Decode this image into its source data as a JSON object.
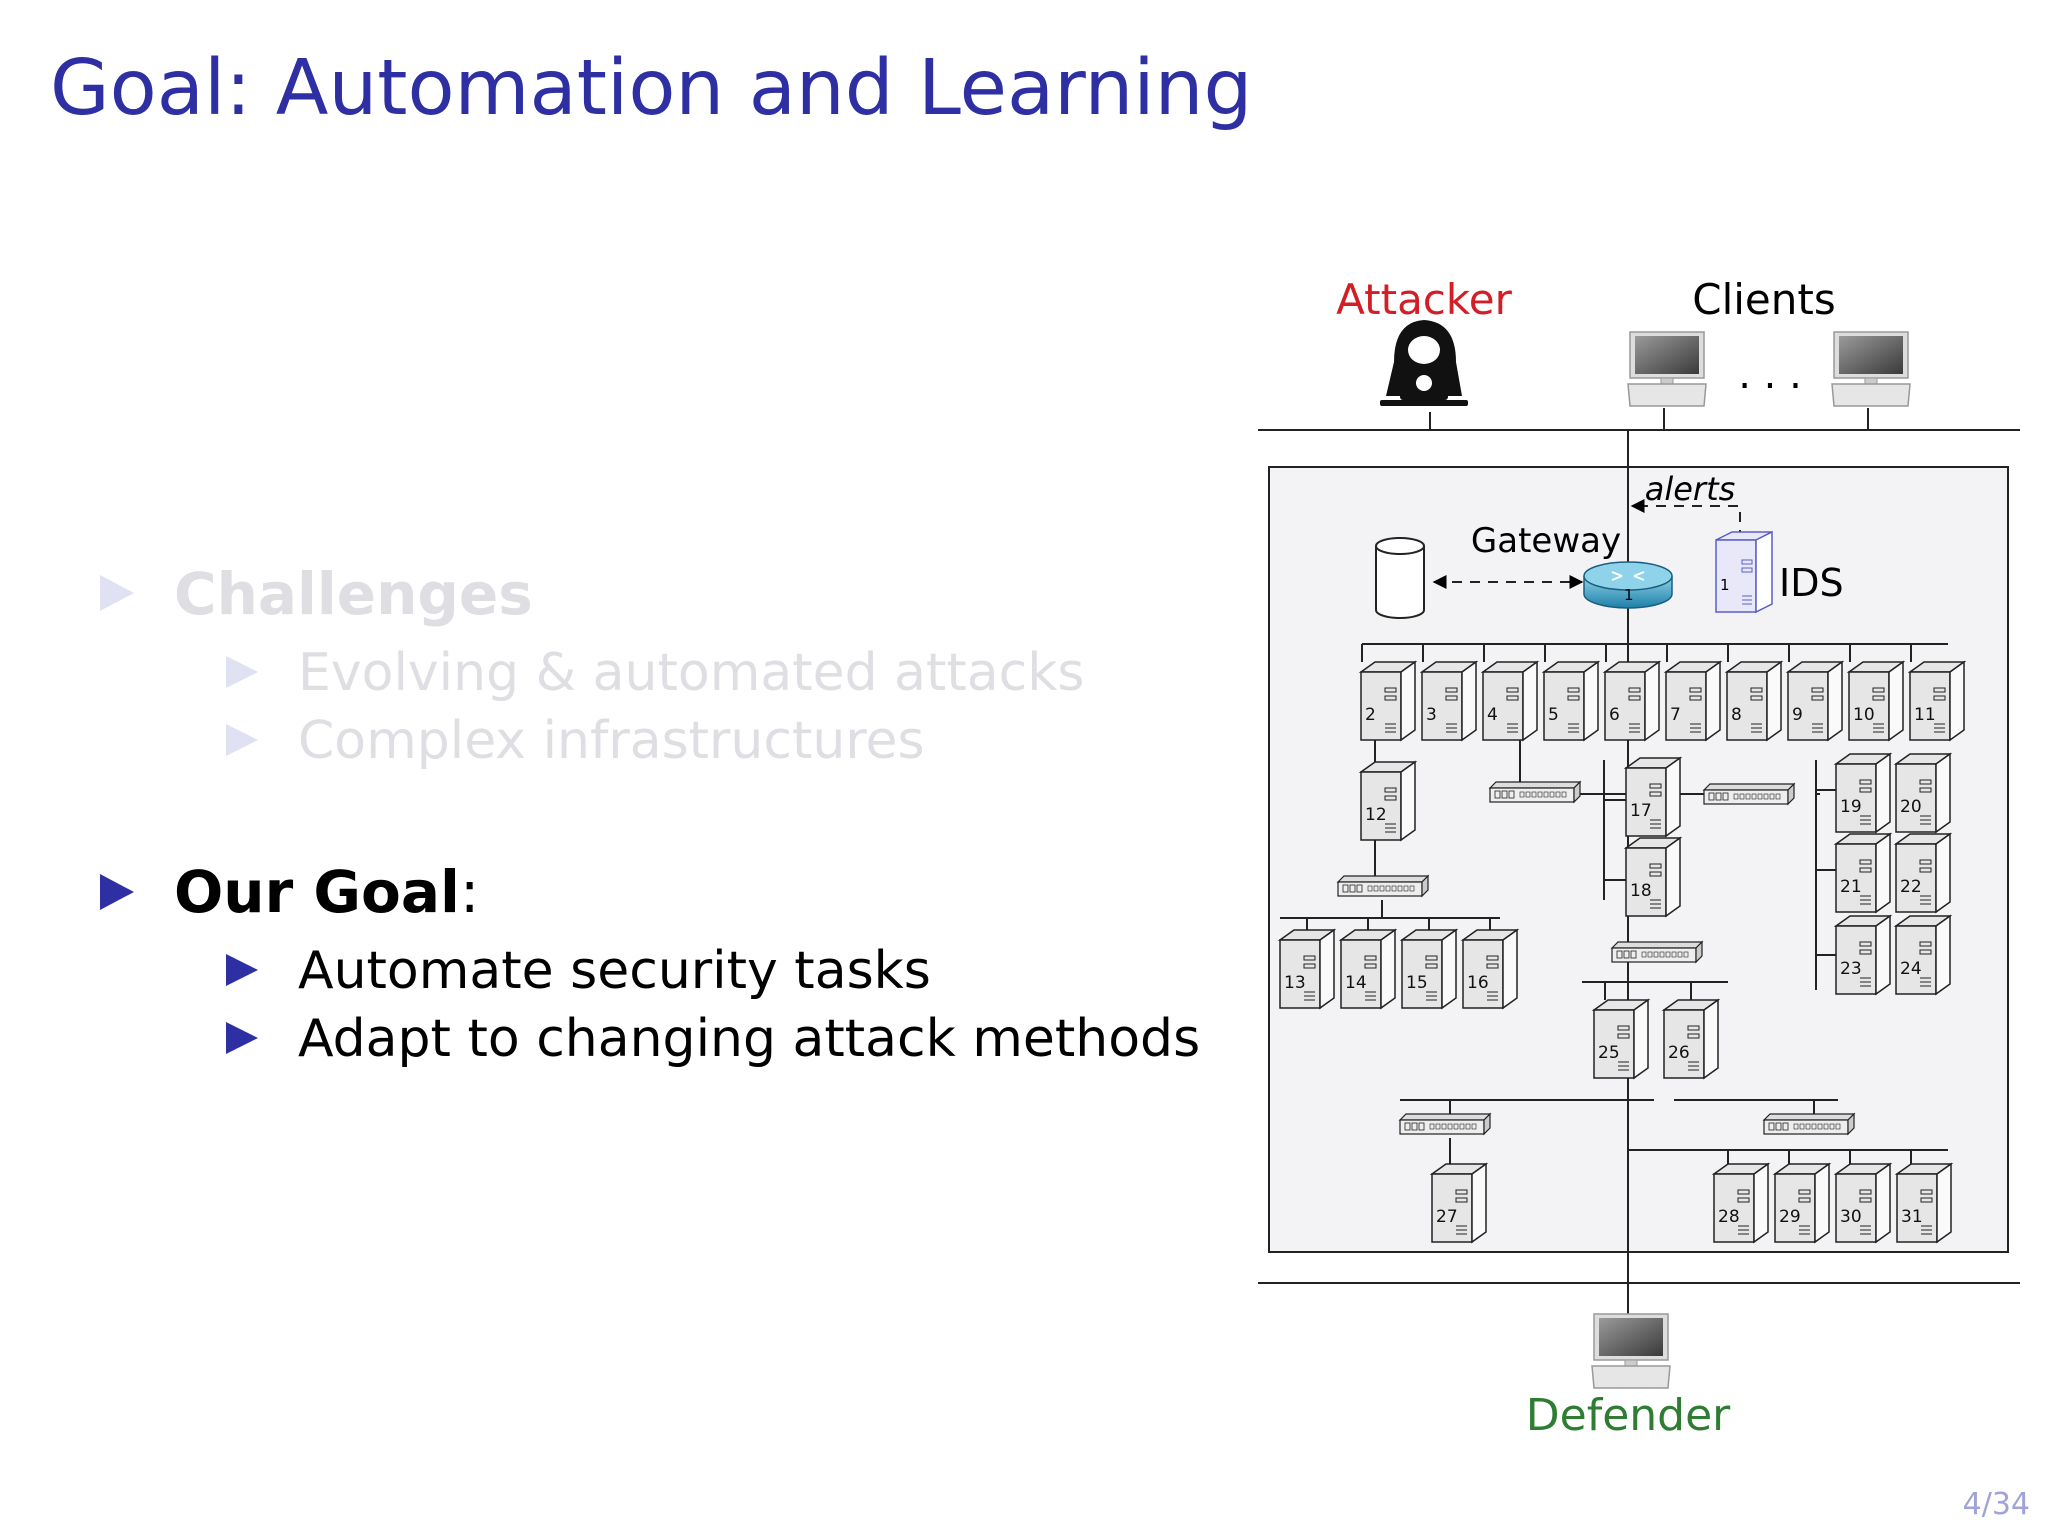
{
  "slide": {
    "title": "Goal: Automation and Learning",
    "page_number": "4/34"
  },
  "bullets": {
    "challenges": {
      "label": "Challenges",
      "items": [
        "Evolving & automated attacks",
        "Complex infrastructures"
      ]
    },
    "goal": {
      "label": "Our Goal",
      "suffix": ":",
      "items": [
        "Automate security tasks",
        "Adapt to changing attack methods"
      ]
    }
  },
  "diagram": {
    "attacker_label": "Attacker",
    "clients_label": "Clients",
    "ellipsis": ". . .",
    "alerts_label": "alerts",
    "gateway_label": "Gateway",
    "ids_label": "IDS",
    "defender_label": "Defender",
    "gateway_node_id": "1",
    "ids_node_id": "1",
    "node_ids": [
      "2",
      "3",
      "4",
      "5",
      "6",
      "7",
      "8",
      "9",
      "10",
      "11",
      "12",
      "13",
      "14",
      "15",
      "16",
      "17",
      "18",
      "19",
      "20",
      "21",
      "22",
      "23",
      "24",
      "25",
      "26",
      "27",
      "28",
      "29",
      "30",
      "31"
    ],
    "colors": {
      "attacker": "#d21f26",
      "defender": "#2e7d32",
      "accent": "#2e2fa3",
      "frame_fill": "#f3f3f5"
    }
  }
}
